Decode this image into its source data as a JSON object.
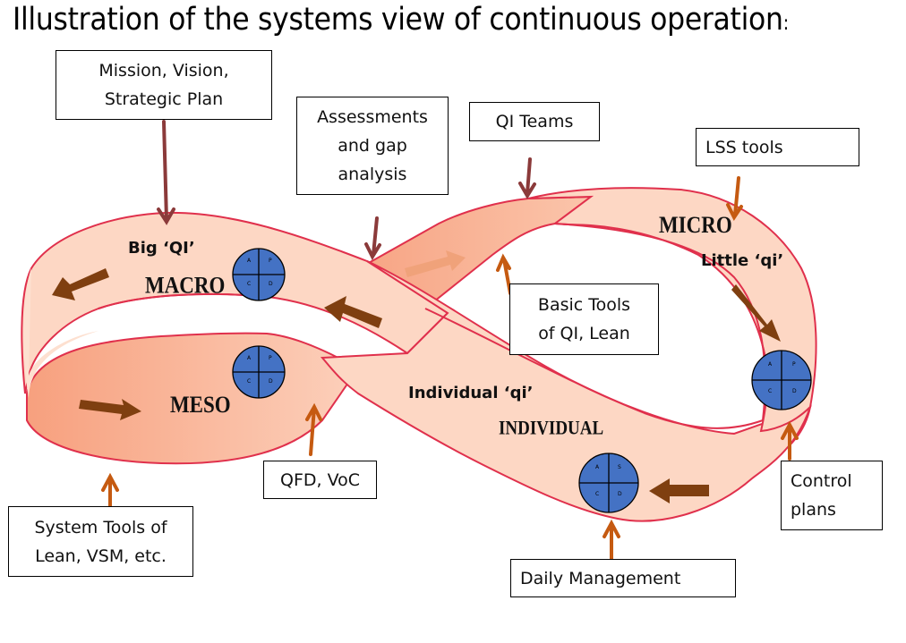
{
  "title": "Illustration of the systems view of continuous operation",
  "title_suffix": ":",
  "boxes": {
    "mission": "Mission, Vision,\nStrategic Plan",
    "assessments": "Assessments\nand gap\nanalysis",
    "qi_teams": "QI Teams",
    "lss_tools": "LSS tools",
    "basic_tools": "Basic Tools\nof QI, Lean",
    "qfd": "QFD, VoC",
    "system_tools": "System Tools of\nLean, VSM, etc.",
    "control_plans": "Control\nplans",
    "daily_mgmt": "Daily Management"
  },
  "ribbon_labels": {
    "big_qi": "Big ‘QI’",
    "macro": "MACRO",
    "meso": "MESO",
    "micro": "MICRO",
    "little_qi": "Little ‘qi’",
    "individual_qi": "Individual ‘qi’",
    "individual": "INDIVIDUAL"
  },
  "pdca_cycles": [
    {
      "id": "macro",
      "quadrants": [
        "A",
        "P",
        "C",
        "D"
      ]
    },
    {
      "id": "meso",
      "quadrants": [
        "A",
        "P",
        "C",
        "D"
      ]
    },
    {
      "id": "micro",
      "quadrants": [
        "A",
        "P",
        "C",
        "D"
      ]
    },
    {
      "id": "individual",
      "quadrants": [
        "A",
        "S",
        "C",
        "D"
      ]
    }
  ],
  "colors": {
    "ribbon_light": "#fdd5c0",
    "ribbon_dark": "#f7a889",
    "ribbon_edge": "#e0304c",
    "flow_arrow": "#7f3f10",
    "pdca_fill": "#4472c4",
    "pointer_top": "#8b3a3a",
    "pointer_orange": "#c55a11"
  }
}
